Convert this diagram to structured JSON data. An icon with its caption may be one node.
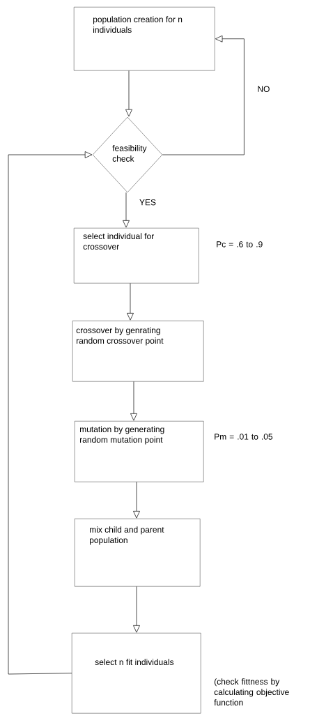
{
  "diagram": {
    "nodes": [
      {
        "text": [
          "population creation for n individuals"
        ]
      },
      {
        "text": [
          "feasibility check"
        ]
      },
      {
        "text": [
          "select individual for crossover"
        ],
        "beside": [
          "Pc = .6 to .9"
        ]
      },
      {
        "text": [
          "crossover by genrating random crossover point"
        ]
      },
      {
        "text": [
          "mutation by generating random mutation point"
        ],
        "beside": [
          "Pm = .01 to .05"
        ]
      },
      {
        "text": [
          "mix child and parent population"
        ]
      },
      {
        "text": [
          "select n fit individuals"
        ],
        "beside": [
          "(check fittness by calculating objective function"
        ]
      }
    ],
    "edges": [
      {
        "from": 0,
        "to": 1,
        "arrow": "to"
      },
      {
        "from": 1,
        "to": 2,
        "arrow": "to",
        "label": "YES"
      },
      {
        "from": 1,
        "to": 0,
        "arrow": "to",
        "label": "NO"
      },
      {
        "from": 2,
        "to": 3,
        "arrow": "to"
      },
      {
        "from": 3,
        "to": 4,
        "arrow": "to"
      },
      {
        "from": 4,
        "to": 5,
        "arrow": "to"
      },
      {
        "from": 5,
        "to": 6,
        "arrow": "to"
      },
      {
        "from": 6,
        "to": 1,
        "arrow": "to"
      }
    ]
  }
}
